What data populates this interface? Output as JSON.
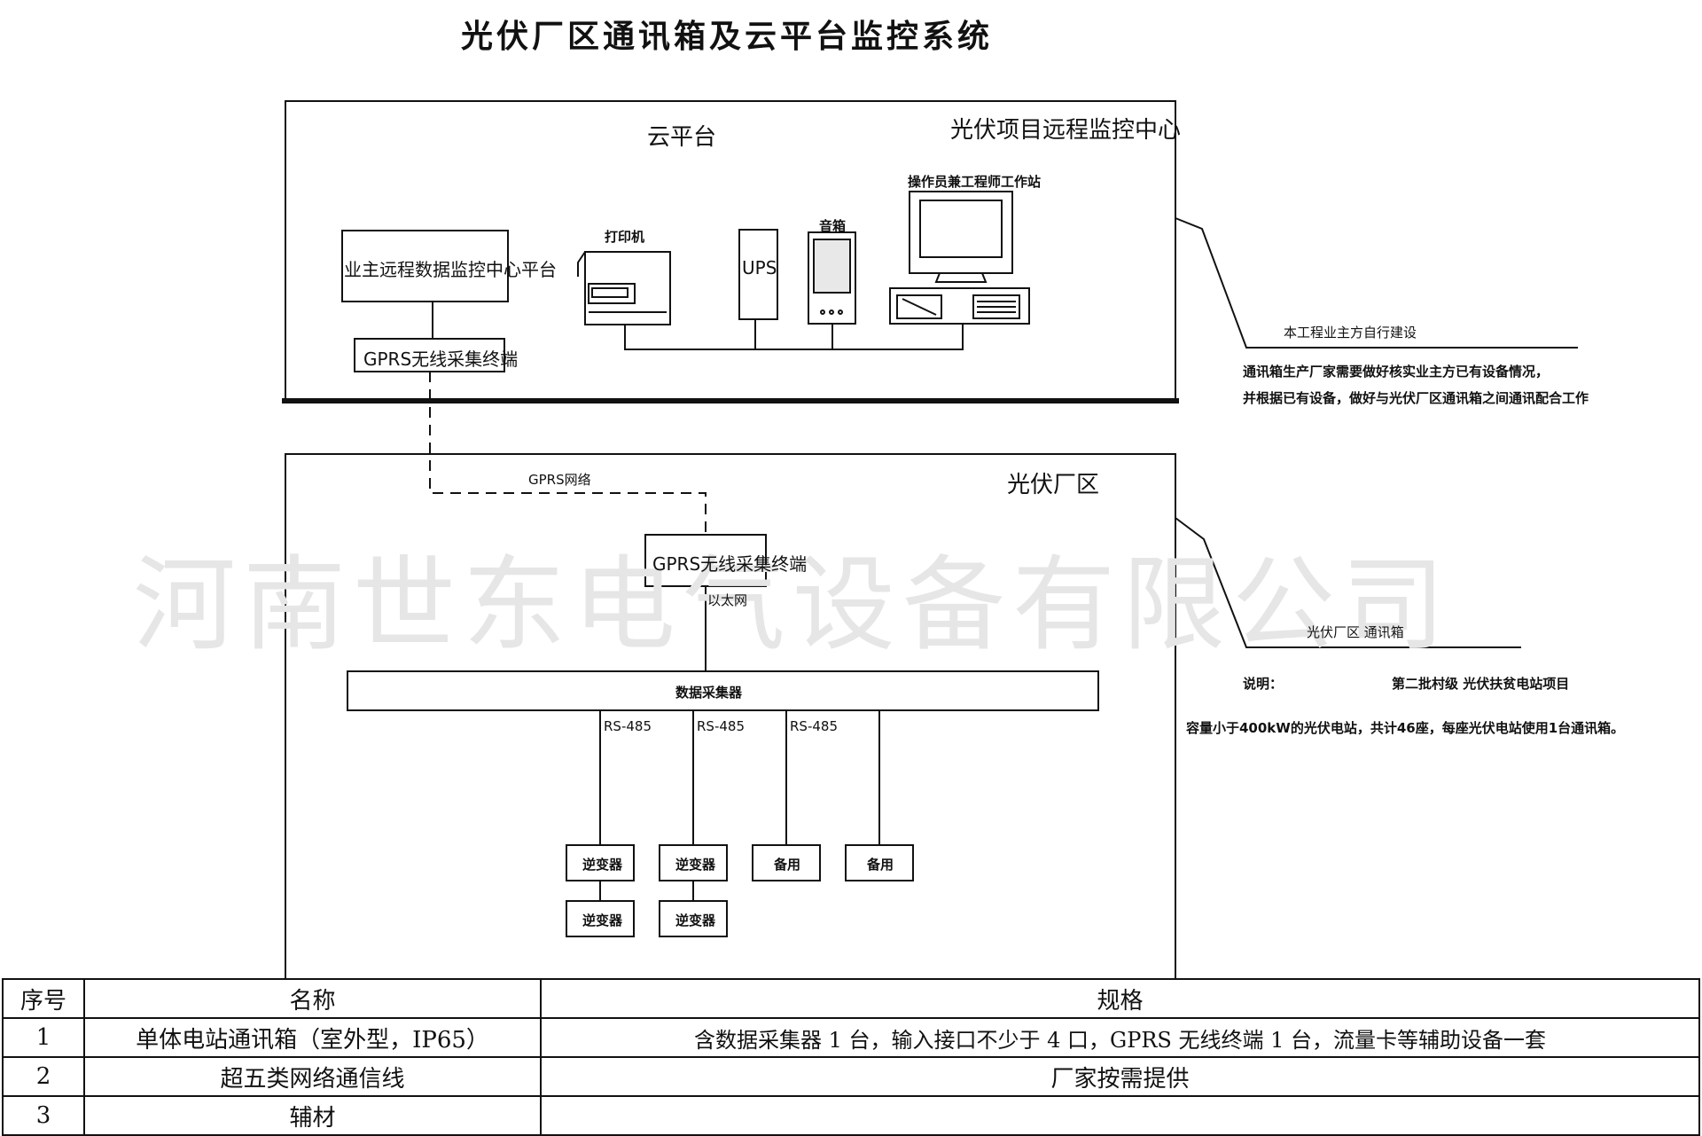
{
  "title": "光伏厂区通讯箱及云平台监控系统",
  "watermark": "河南世东电气设备有限公司",
  "cloud": {
    "label": "云平台",
    "center_label": "光伏项目远程监控中心",
    "workstation_label": "操作员兼工程师工作站",
    "printer_label": "打印机",
    "ups_label": "UPS",
    "speaker_label": "音箱",
    "owner_platform": "业主远程数据监控中心平台",
    "gprs_terminal": "GPRS无线采集终端"
  },
  "notes": {
    "owner_build": "本工程业主方自行建设",
    "line1": "通讯箱生产厂家需要做好核实业主方已有设备情况，",
    "line2": "并根据已有设备，做好与光伏厂区通讯箱之间通讯配合工作",
    "comm_box": "光伏厂区 通讯箱",
    "desc_label": "说明：",
    "desc_project": "第二批村级 光伏扶贫电站项目",
    "desc_capacity": "容量小于400kW的光伏电站，共计46座，每座光伏电站使用1台通讯箱。"
  },
  "plant": {
    "label": "光伏厂区",
    "gprs_network": "GPRS网络",
    "gprs_terminal": "GPRS无线采集终端",
    "ethernet": "以太网",
    "collector": "数据采集器",
    "rs485": [
      "RS-485",
      "RS-485",
      "RS-485"
    ],
    "devices": [
      "逆变器",
      "逆变器",
      "备用",
      "备用",
      "逆变器",
      "逆变器"
    ]
  },
  "table": {
    "headers": [
      "序号",
      "名称",
      "规格"
    ],
    "rows": [
      [
        "1",
        "单体电站通讯箱（室外型，IP65）",
        "含数据采集器 1 台，输入接口不少于 4 口，GPRS 无线终端 1 台，流量卡等辅助设备一套"
      ],
      [
        "2",
        "超五类网络通信线",
        "厂家按需提供"
      ],
      [
        "3",
        "辅材",
        ""
      ]
    ]
  }
}
